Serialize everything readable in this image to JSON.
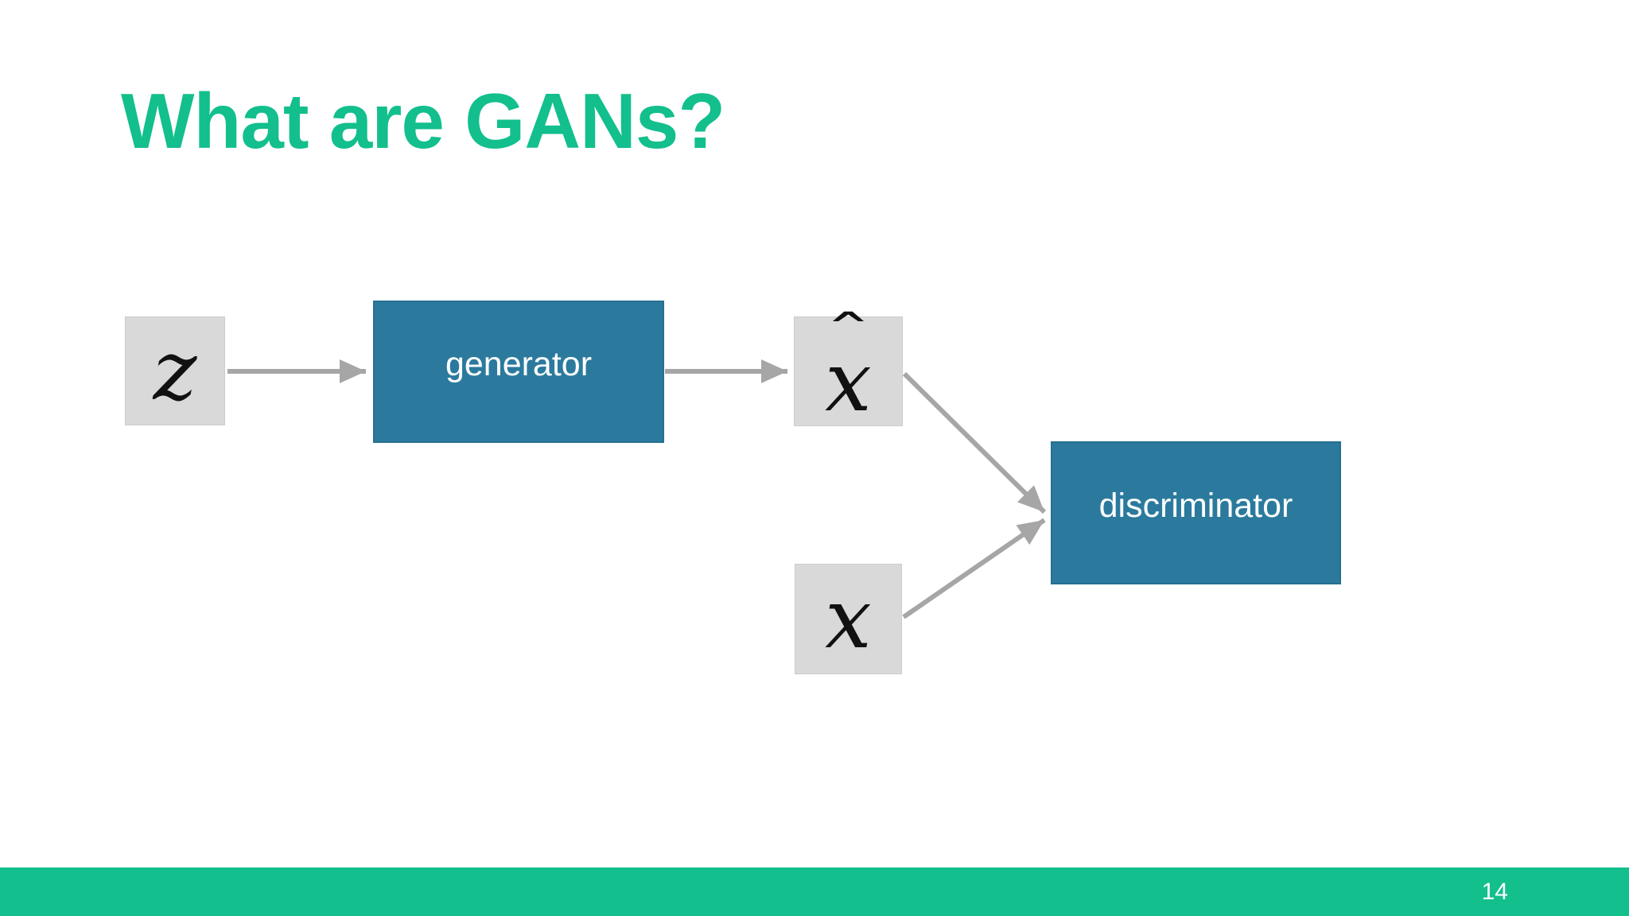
{
  "slide": {
    "title": "What are GANs?",
    "page_number": "14"
  },
  "diagram": {
    "nodes": {
      "z": {
        "label": "z",
        "type": "input",
        "shape": "gray-square"
      },
      "generator": {
        "label": "generator",
        "type": "process",
        "shape": "blue-rect"
      },
      "x_hat": {
        "label": "x",
        "hat": "ˆ",
        "type": "output",
        "shape": "gray-square"
      },
      "x": {
        "label": "x",
        "type": "input",
        "shape": "gray-square"
      },
      "discriminator": {
        "label": "discriminator",
        "type": "process",
        "shape": "blue-rect"
      }
    },
    "edges": [
      {
        "from": "z",
        "to": "generator"
      },
      {
        "from": "generator",
        "to": "x_hat"
      },
      {
        "from": "x_hat",
        "to": "discriminator"
      },
      {
        "from": "x",
        "to": "discriminator"
      }
    ]
  },
  "colors": {
    "accent_green": "#12bf8d",
    "box_blue": "#2b7a9e",
    "box_gray": "#d9d9d9",
    "arrow_gray": "#a6a6a6",
    "box_text_white": "#ffffff",
    "math_black": "#111111"
  }
}
